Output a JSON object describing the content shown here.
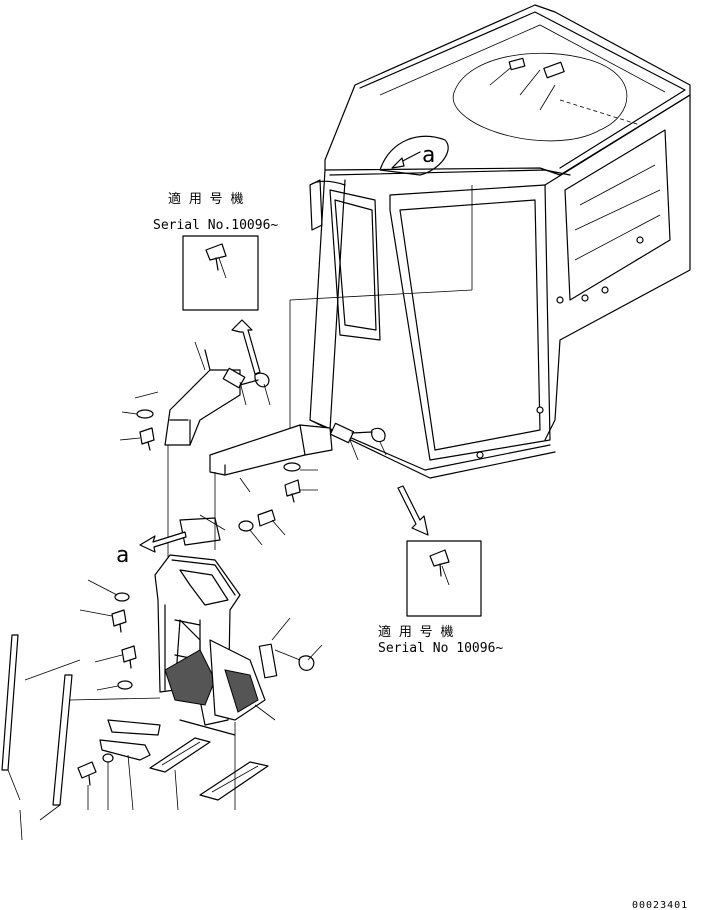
{
  "callouts": {
    "upper": {
      "jp": "適 用 号 機",
      "serial": "Serial No.10096~"
    },
    "lower": {
      "jp": "適 用 号 機",
      "serial": "Serial No 10096~"
    }
  },
  "view_markers": {
    "cab_marker": "a",
    "step_marker": "a"
  },
  "drawing_number": "00023401"
}
